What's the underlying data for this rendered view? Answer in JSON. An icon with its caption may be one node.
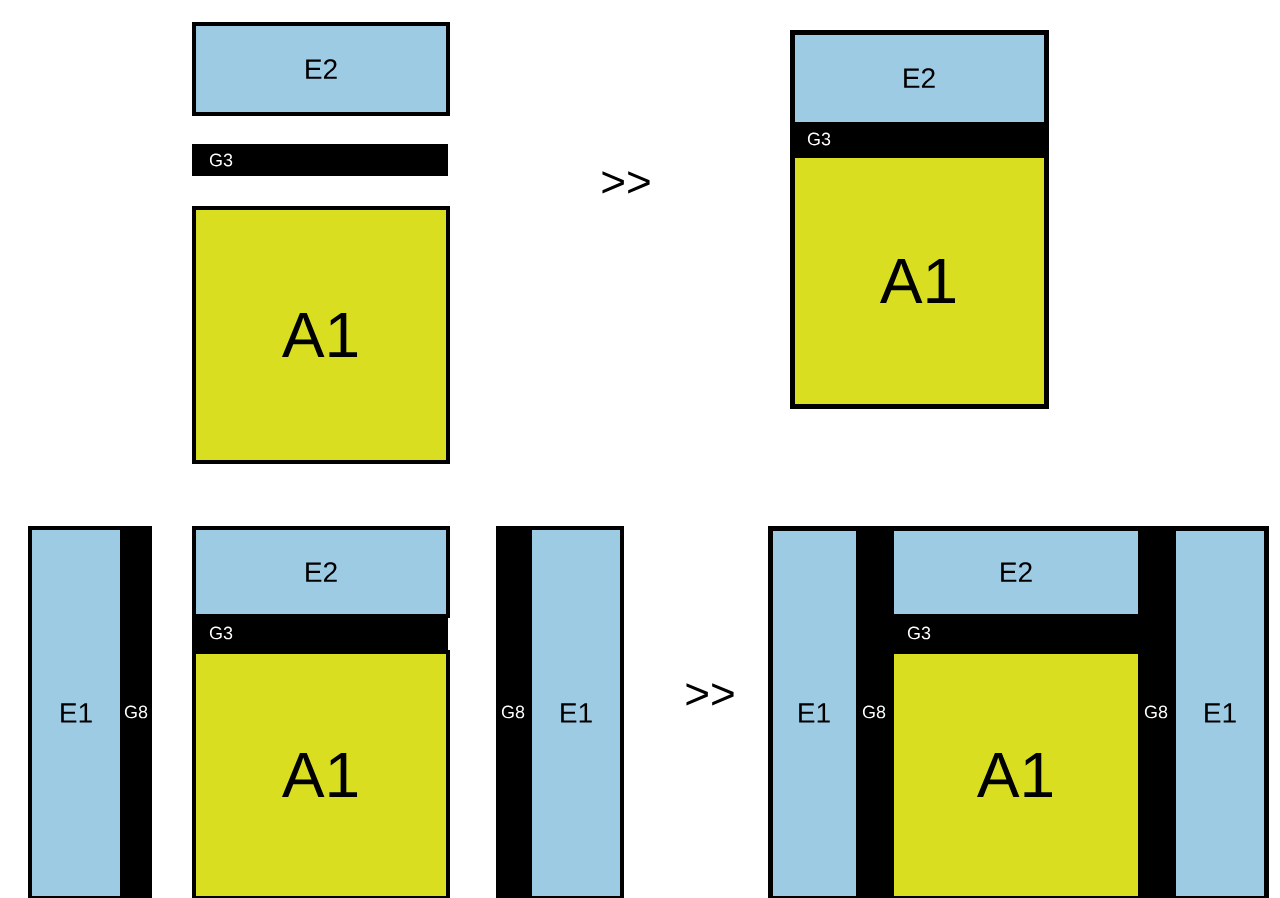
{
  "diagram": {
    "nodes": [
      {
        "text": [
          "E2"
        ]
      },
      {
        "text": [
          "G3"
        ]
      },
      {
        "text": [
          "A1"
        ]
      },
      {
        "text": [],
        "shape": "box"
      },
      {
        "text": [
          "E2"
        ],
        "in": 3
      },
      {
        "text": [
          "G3"
        ],
        "in": 3
      },
      {
        "text": [
          "A1"
        ],
        "in": 3
      },
      {
        "text": [
          "E1"
        ]
      },
      {
        "text": [
          "G8"
        ]
      },
      {
        "text": [
          "E2"
        ]
      },
      {
        "text": [
          "G3"
        ]
      },
      {
        "text": [
          "A1"
        ]
      },
      {
        "text": [
          "G8"
        ]
      },
      {
        "text": [
          "E1"
        ]
      },
      {
        "text": [],
        "shape": "box"
      },
      {
        "text": [
          "E1"
        ],
        "in": 14
      },
      {
        "text": [
          "G8"
        ],
        "in": 14
      },
      {
        "text": [
          "E2"
        ],
        "in": 14
      },
      {
        "text": [
          "G3"
        ],
        "in": 14
      },
      {
        "text": [
          "A1"
        ],
        "in": 14
      },
      {
        "text": [
          "G8"
        ],
        "in": 14
      },
      {
        "text": [
          "E1"
        ],
        "in": 14
      }
    ],
    "edges": [],
    "labels": [
      ">>",
      ">>"
    ]
  }
}
